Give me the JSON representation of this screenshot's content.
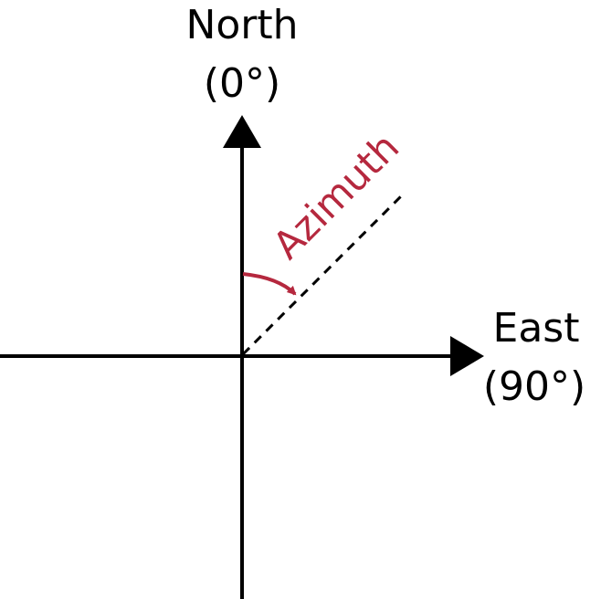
{
  "labels": {
    "north": "North",
    "north_degrees": "(0°)",
    "east": "East",
    "east_degrees": "(90°)",
    "azimuth": "Azimuth"
  },
  "colors": {
    "axes": "#000000",
    "azimuth": "#b5283e",
    "background": "#ffffff"
  }
}
